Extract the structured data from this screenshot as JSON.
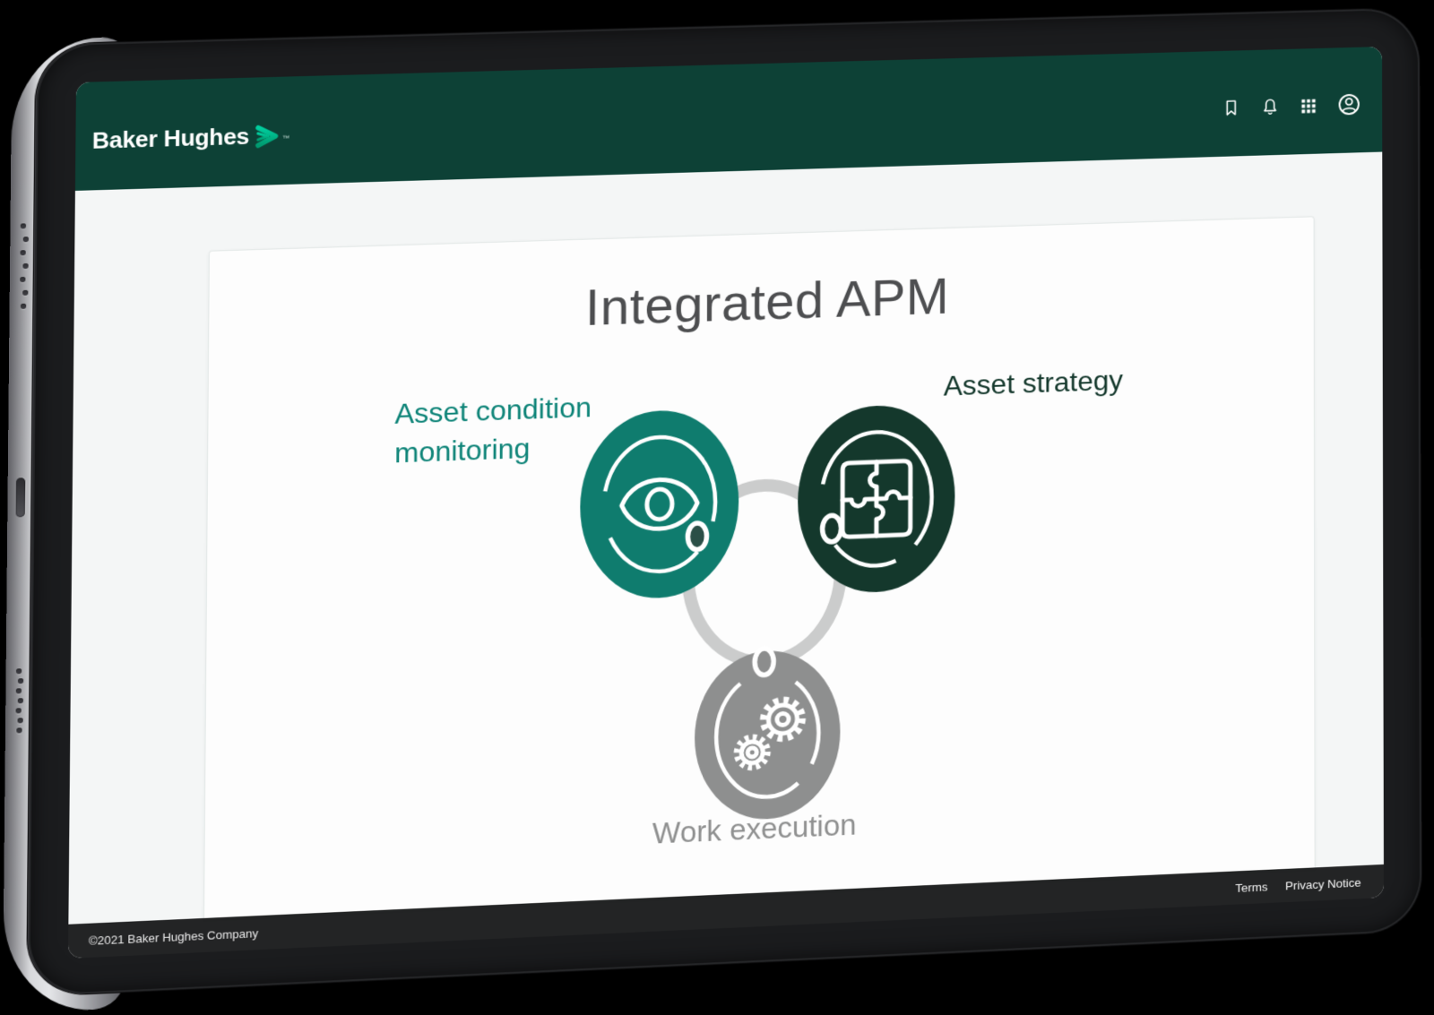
{
  "header": {
    "logo_text": "Baker Hughes",
    "trademark": "™",
    "icons": [
      {
        "name": "bookmark-icon"
      },
      {
        "name": "notifications-icon"
      },
      {
        "name": "apps-grid-icon"
      },
      {
        "name": "account-icon"
      }
    ]
  },
  "page": {
    "title": "Integrated APM"
  },
  "diagram": {
    "nodes": [
      {
        "id": "asset-condition-monitoring",
        "label_line1": "Asset condition",
        "label_line2": "monitoring",
        "color": "#0f7c6e",
        "icon": "eye-icon"
      },
      {
        "id": "asset-strategy",
        "label_line1": "Asset strategy",
        "color": "#14382c",
        "icon": "puzzle-icon"
      },
      {
        "id": "work-execution",
        "label_line1": "Work execution",
        "color": "#8e8f8f",
        "icon": "gears-icon"
      }
    ],
    "connector_color": "#cbcccc"
  },
  "footer": {
    "copyright": "©2021 Baker Hughes Company",
    "links": [
      {
        "label": "Terms"
      },
      {
        "label": "Privacy Notice"
      }
    ]
  },
  "colors": {
    "header_bg": "#0d4136",
    "logo_accent": "#00b98e",
    "content_bg": "#f4f6f6",
    "card_bg": "#fdfdfd",
    "title_text": "#4d4e50",
    "footer_bg": "#232425",
    "teal_node": "#0f7c6e",
    "dark_green_node": "#14382c",
    "gray_node": "#8e8f8f",
    "connector": "#cbcccc"
  }
}
